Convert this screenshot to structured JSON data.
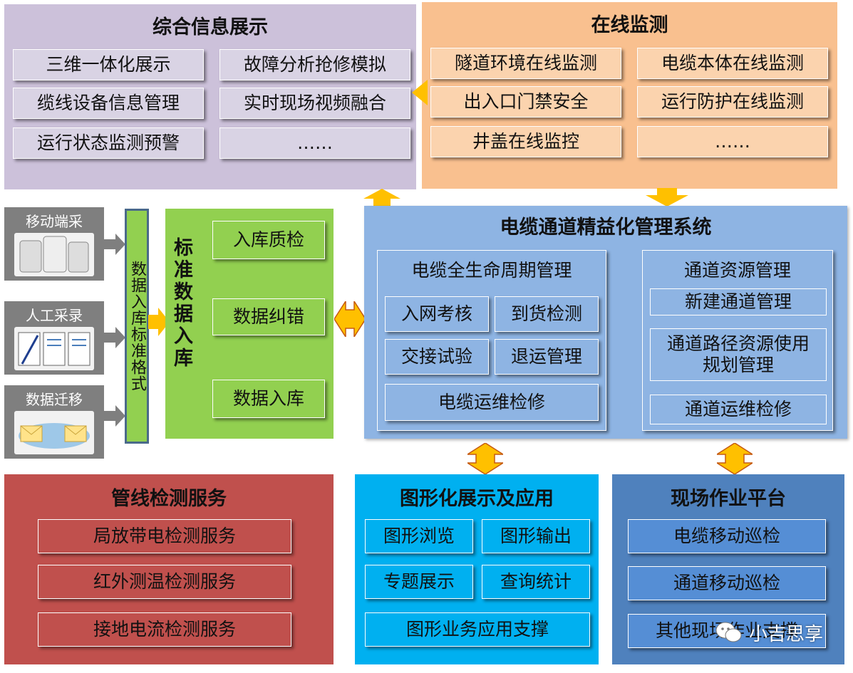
{
  "info_panel": {
    "title": "综合信息展示",
    "items": [
      "三维一体化展示",
      "故障分析抢修模拟",
      "缆线设备信息管理",
      "实时现场视频融合",
      "运行状态监测预警",
      "……"
    ]
  },
  "monitor_panel": {
    "title": "在线监测",
    "items": [
      "隧道环境在线监测",
      "电缆本体在线监测",
      "出入口门禁安全",
      "运行防护在线监测",
      "井盖在线监控",
      "……"
    ]
  },
  "sources": [
    {
      "label": "移动端采",
      "icon": "tablet-devices-icon"
    },
    {
      "label": "人工采录",
      "icon": "documents-pen-icon"
    },
    {
      "label": "数据迁移",
      "icon": "cloud-mail-icon"
    }
  ],
  "std_format": "数据入库标准格式",
  "store_panel": {
    "title": "标准数据入库",
    "items": [
      "入库质检",
      "数据纠错",
      "数据入库"
    ]
  },
  "system_panel": {
    "title": "电缆通道精益化管理系统",
    "lifecycle": {
      "title": "电缆全生命周期管理",
      "items": [
        "入网考核",
        "到货检测",
        "交接试验",
        "退运管理",
        "电缆运维检修"
      ]
    },
    "channel": {
      "title": "通道资源管理",
      "items": [
        "新建通道管理",
        "通道路径资源使用规划管理",
        "通道运维检修"
      ]
    }
  },
  "pipe_panel": {
    "title": "管线检测服务",
    "items": [
      "局放带电检测服务",
      "红外测温检测服务",
      "接地电流检测服务"
    ]
  },
  "graph_panel": {
    "title": "图形化展示及应用",
    "items": [
      "图形浏览",
      "图形输出",
      "专题展示",
      "查询统计",
      "图形业务应用支撑"
    ]
  },
  "field_panel": {
    "title": "现场作业平台",
    "items": [
      "电缆移动巡检",
      "通道移动巡检",
      "其他现场作业支撑"
    ]
  },
  "watermark": "小吉思享",
  "colors": {
    "info": "#ccc1da",
    "monitor": "#f9c08f",
    "store": "#92d050",
    "system": "#8eb4e3",
    "pipe": "#c0504d",
    "graph": "#00b0f0",
    "field": "#4f81bd",
    "arrow": "#ffc000"
  }
}
